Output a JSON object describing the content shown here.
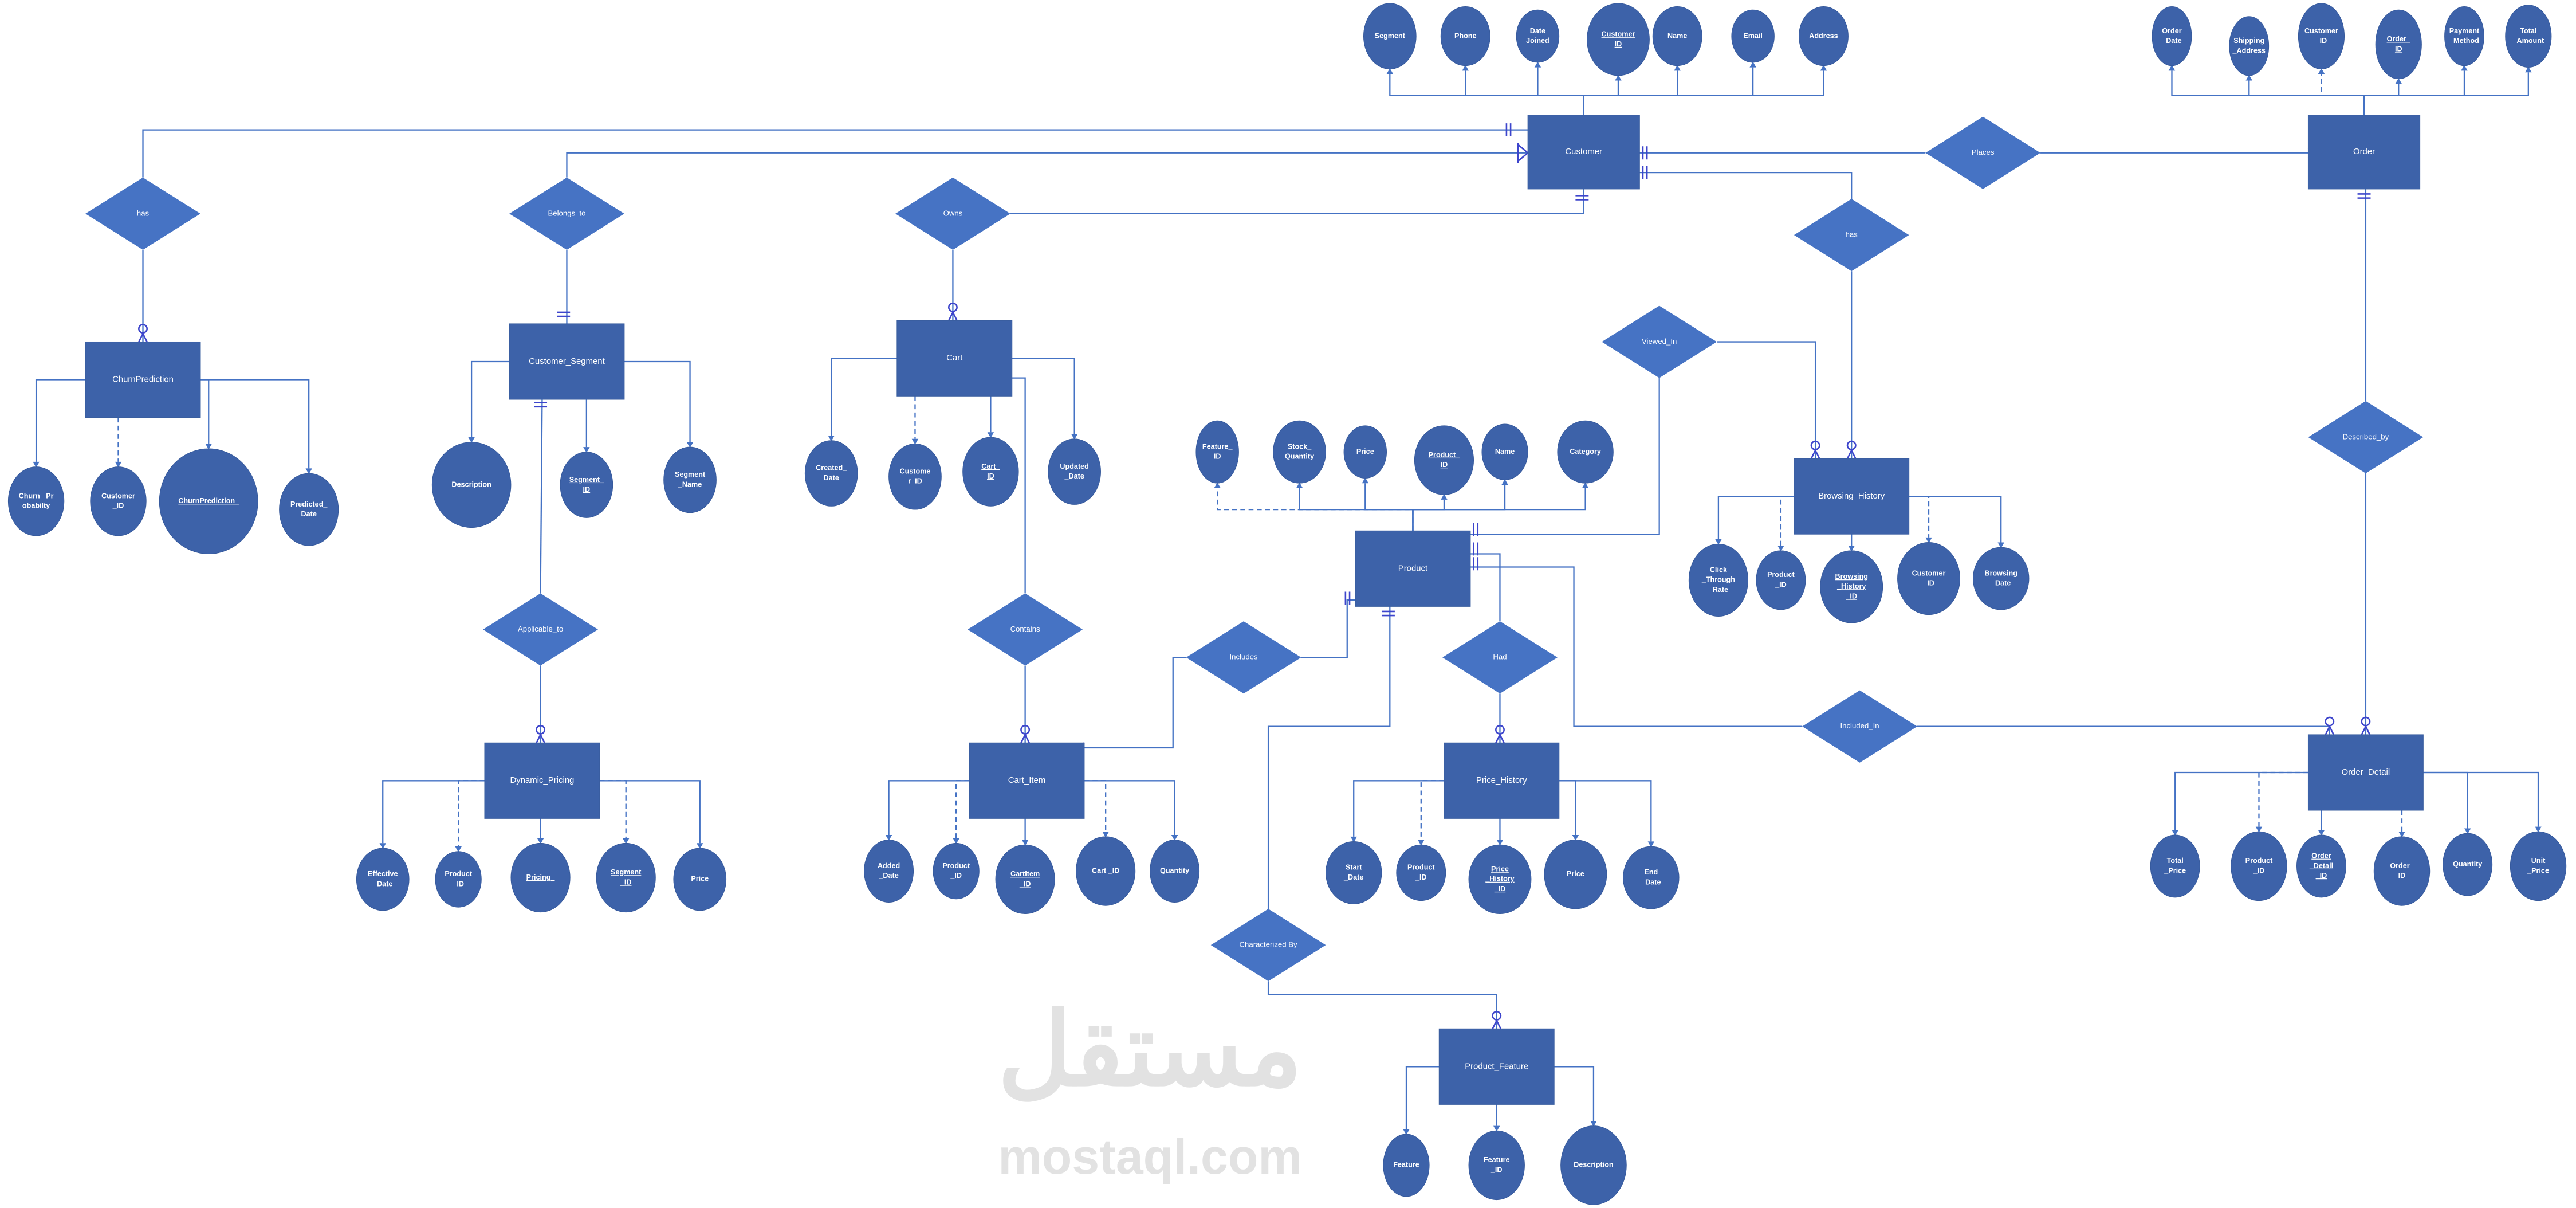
{
  "diagram": {
    "colors": {
      "entity": "#3d62a9",
      "relationship": "#4673c4",
      "line": "#4472c4",
      "cardinality": "#3d45cc"
    },
    "watermark": {
      "arabic": "مستقل",
      "latin": "mostaql.com"
    },
    "entities": [
      {
        "id": "customer",
        "label": "Customer",
        "attributes": [
          {
            "label": [
              "Segment"
            ]
          },
          {
            "label": [
              "Phone"
            ]
          },
          {
            "label": [
              "Date",
              "Joined"
            ]
          },
          {
            "label": [
              "Customer",
              "ID"
            ],
            "key": true
          },
          {
            "label": [
              "Name"
            ]
          },
          {
            "label": [
              "Email"
            ]
          },
          {
            "label": [
              "Address"
            ]
          }
        ]
      },
      {
        "id": "order",
        "label": "Order",
        "attributes": [
          {
            "label": [
              "Order",
              "_Date"
            ]
          },
          {
            "label": [
              "Shipping",
              "_Address"
            ]
          },
          {
            "label": [
              "Customer",
              "_ID"
            ],
            "fk": true
          },
          {
            "label": [
              "Order_",
              "ID"
            ],
            "key": true
          },
          {
            "label": [
              "Payment",
              "_Method"
            ]
          },
          {
            "label": [
              "Total",
              "_Amount"
            ]
          }
        ]
      },
      {
        "id": "churn",
        "label": "ChurnPrediction",
        "attributes": [
          {
            "label": [
              "Churn_ Pr",
              "obabilty"
            ]
          },
          {
            "label": [
              "Customer",
              "_ID"
            ],
            "fk": true
          },
          {
            "label": [
              "ChurnPrediction_"
            ],
            "key": true
          },
          {
            "label": [
              "Predicted_",
              "Date"
            ]
          }
        ]
      },
      {
        "id": "segment",
        "label": "Customer_Segment",
        "attributes": [
          {
            "label": [
              "Description"
            ]
          },
          {
            "label": [
              "Segment_",
              "ID"
            ],
            "key": true
          },
          {
            "label": [
              "Segment",
              "_Name"
            ]
          }
        ]
      },
      {
        "id": "cart",
        "label": "Cart",
        "attributes": [
          {
            "label": [
              "Created_",
              "Date"
            ]
          },
          {
            "label": [
              "Custome",
              "r_ID"
            ],
            "fk": true
          },
          {
            "label": [
              "Cart_",
              "ID"
            ],
            "key": true
          },
          {
            "label": [
              "Updated",
              "_Date"
            ]
          }
        ]
      },
      {
        "id": "product",
        "label": "Product",
        "attributes": [
          {
            "label": [
              "Feature_",
              "ID"
            ],
            "fk": true
          },
          {
            "label": [
              "Stock_",
              "Quantity"
            ]
          },
          {
            "label": [
              "Price"
            ]
          },
          {
            "label": [
              "Product_",
              "ID"
            ],
            "key": true
          },
          {
            "label": [
              "Name"
            ]
          },
          {
            "label": [
              "Category"
            ]
          }
        ]
      },
      {
        "id": "browsing",
        "label": "Browsing_History",
        "attributes": [
          {
            "label": [
              "Click",
              "_Through",
              "_Rate"
            ]
          },
          {
            "label": [
              "Product",
              "_ID"
            ],
            "fk": true
          },
          {
            "label": [
              "Browsing",
              "_History",
              "_ID"
            ],
            "key": true
          },
          {
            "label": [
              "Customer",
              "_ID"
            ],
            "fk": true
          },
          {
            "label": [
              "Browsing",
              "_Date"
            ]
          }
        ]
      },
      {
        "id": "pricing",
        "label": "Dynamic_Pricing",
        "attributes": [
          {
            "label": [
              "Effective",
              "_Date"
            ]
          },
          {
            "label": [
              "Product",
              "_ID"
            ],
            "fk": true
          },
          {
            "label": [
              "Pricing_"
            ],
            "key": true
          },
          {
            "label": [
              "Segment",
              "_ID"
            ],
            "key": true,
            "fk": true
          },
          {
            "label": [
              "Price"
            ]
          }
        ]
      },
      {
        "id": "cartitem",
        "label": "Cart_Item",
        "attributes": [
          {
            "label": [
              "Added",
              "_Date"
            ]
          },
          {
            "label": [
              "Product",
              "_ID"
            ],
            "fk": true
          },
          {
            "label": [
              "CartItem",
              "_ID"
            ],
            "key": true
          },
          {
            "label": [
              "Cart _ID"
            ],
            "fk": true
          },
          {
            "label": [
              "Quantity"
            ]
          }
        ]
      },
      {
        "id": "pricehistory",
        "label": "Price_History",
        "attributes": [
          {
            "label": [
              "Start",
              "_Date"
            ]
          },
          {
            "label": [
              "Product",
              "_ID"
            ],
            "fk": true
          },
          {
            "label": [
              "Price",
              "_History",
              "_ID"
            ],
            "key": true
          },
          {
            "label": [
              "Price"
            ]
          },
          {
            "label": [
              "End",
              "_Date"
            ]
          }
        ]
      },
      {
        "id": "orderdetail",
        "label": "Order_Detail",
        "attributes": [
          {
            "label": [
              "Total",
              "_Price"
            ]
          },
          {
            "label": [
              "Product",
              "_ID"
            ],
            "fk": true
          },
          {
            "label": [
              "Order",
              "_Detail",
              "_ID"
            ],
            "key": true
          },
          {
            "label": [
              "Order_",
              "ID"
            ],
            "fk": true
          },
          {
            "label": [
              "Quantity"
            ]
          },
          {
            "label": [
              "Unit",
              "_Price"
            ]
          }
        ]
      },
      {
        "id": "feature",
        "label": "Product_Feature",
        "attributes": [
          {
            "label": [
              "Feature"
            ]
          },
          {
            "label": [
              "Feature",
              "_ID"
            ]
          },
          {
            "label": [
              "Description"
            ]
          }
        ]
      }
    ],
    "relationships": [
      {
        "id": "has-churn",
        "label": "has"
      },
      {
        "id": "belongs-to",
        "label": "Belongs_to"
      },
      {
        "id": "owns",
        "label": "Owns"
      },
      {
        "id": "places",
        "label": "Places"
      },
      {
        "id": "has-browsing",
        "label": "has"
      },
      {
        "id": "viewed-in",
        "label": "Viewed_In"
      },
      {
        "id": "described-by",
        "label": "Described_by"
      },
      {
        "id": "applicable-to",
        "label": "Applicable_to"
      },
      {
        "id": "contains",
        "label": "Contains"
      },
      {
        "id": "includes",
        "label": "Includes"
      },
      {
        "id": "had",
        "label": "Had"
      },
      {
        "id": "included-in",
        "label": "Included_In"
      },
      {
        "id": "characterized-by",
        "label": "Characterized By"
      }
    ]
  }
}
